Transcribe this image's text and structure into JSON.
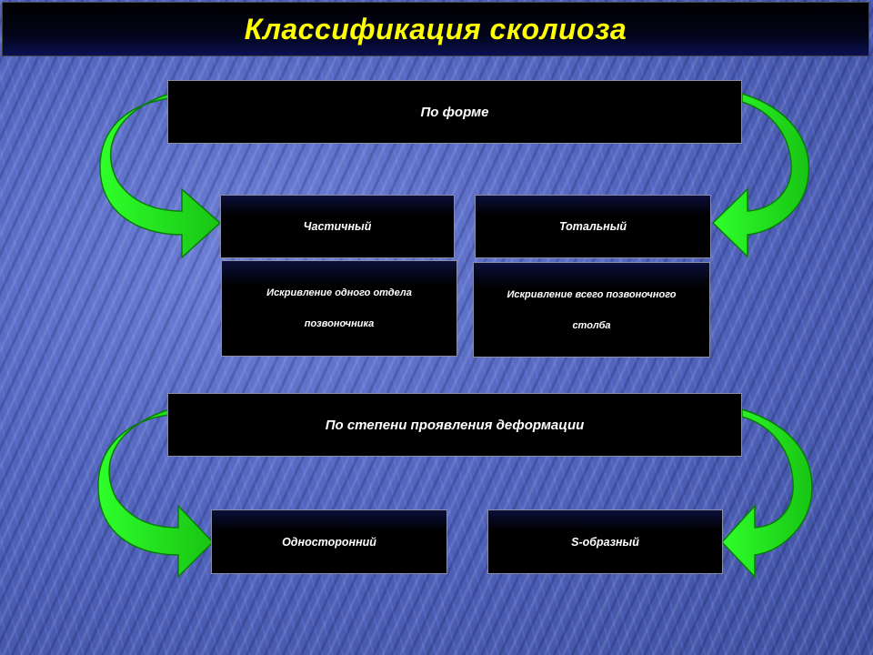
{
  "title": "Классификация сколиоза",
  "form_group": {
    "header": "По форме",
    "partial": {
      "label": "Частичный",
      "description": [
        "Искривление одного отдела",
        "позвоночника"
      ]
    },
    "total": {
      "label": "Тотальный",
      "description": [
        "Искривление всего позвоночного",
        "столба"
      ]
    }
  },
  "degree_group": {
    "header": "По степени проявления деформации",
    "one_sided": {
      "label": "Односторонний"
    },
    "s_shaped": {
      "label": "S-образный"
    }
  },
  "colors": {
    "title_text": "#ffff00",
    "arrow_fill": "#22e61e",
    "arrow_stroke": "#0a7a0a",
    "box_bg": "#000000"
  }
}
